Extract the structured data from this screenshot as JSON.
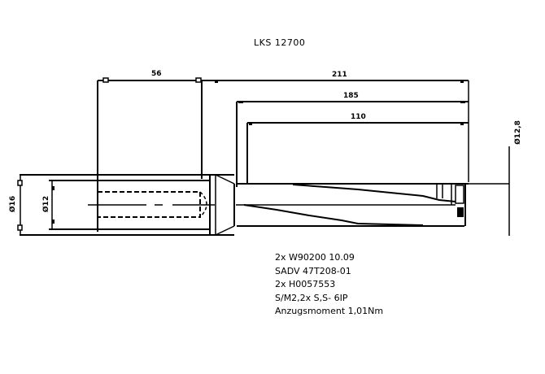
{
  "drawing": {
    "title": "LKS 12700",
    "dimensions": {
      "shank_length": "56",
      "overall_length": "211",
      "body_length": "185",
      "flute_length": "110",
      "cutting_diameter": "Ø12,8",
      "shank_outer_diameter": "Ø16",
      "shank_inner_diameter": "Ø12"
    },
    "notes": [
      "2x W90200 10.09",
      "SADV 47T208-01",
      "2x H0057553",
      "S/M2,2x S,S- 6IP",
      "Anzugsmoment 1,01Nm"
    ]
  }
}
